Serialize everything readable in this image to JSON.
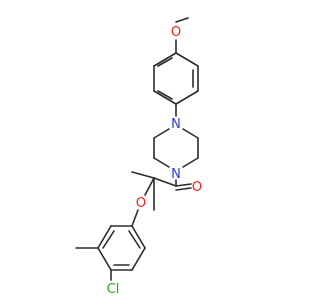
{
  "molecule": {
    "atom_labels": {
      "methoxy_oxygen": "O",
      "piperazine_n_top": "N",
      "piperazine_n_bottom": "N",
      "carbonyl_oxygen": "O",
      "ether_oxygen": "O",
      "chlorine": "Cl"
    },
    "colors": {
      "bond": "#2b2b2b",
      "oxygen": "#e8221c",
      "nitrogen": "#2a3ccf",
      "chlorine": "#2f9e2f"
    }
  }
}
